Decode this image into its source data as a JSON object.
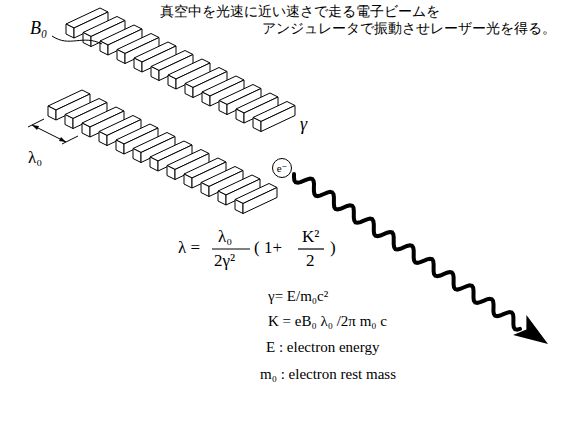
{
  "diagram": {
    "title": "真空中を光速に近い速さで走る電子ビームを アンジュレータで振動させレーザー光を得る。",
    "nodes": [
      {
        "text": [
          "e⁻"
        ]
      }
    ],
    "labels": [
      "B₀",
      "λ₀",
      "γ",
      "λ =",
      "λ₀",
      "2γ²",
      "( 1+",
      "K²",
      "2",
      ")",
      "γ= E/m₀c²",
      "K = eB₀ λ₀ /2π m₀ c",
      "E : electron energy",
      "m₀ : electron rest mass"
    ]
  }
}
